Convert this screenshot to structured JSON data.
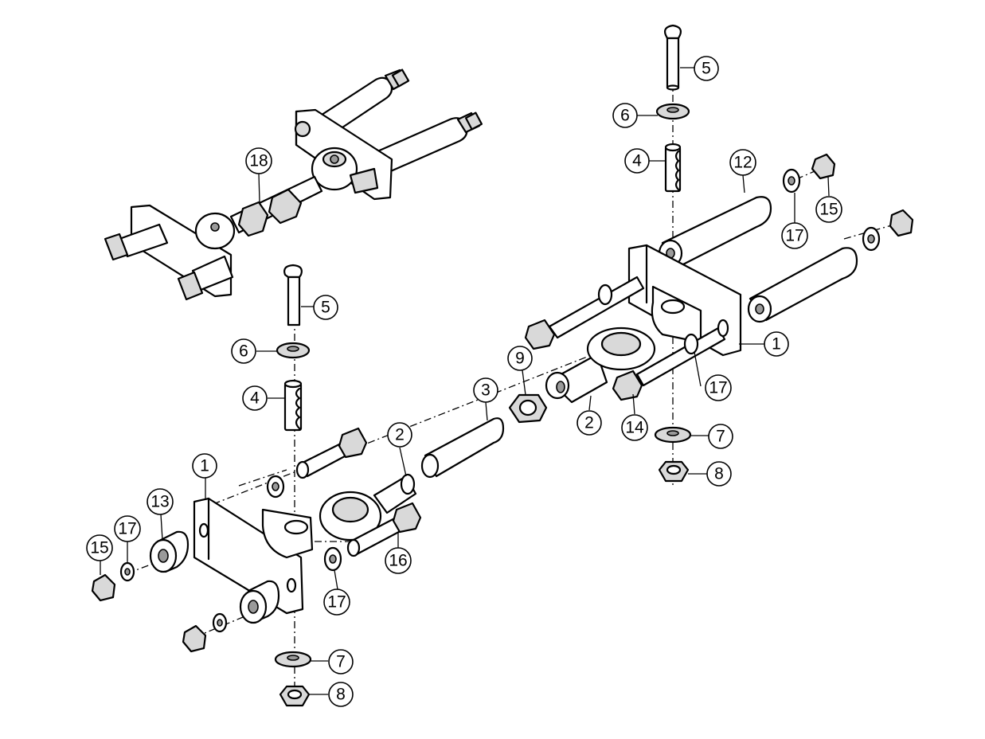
{
  "callouts": [
    {
      "id": "c5-top",
      "label": "5"
    },
    {
      "id": "c6-top",
      "label": "6"
    },
    {
      "id": "c4-top",
      "label": "4"
    },
    {
      "id": "c12",
      "label": "12"
    },
    {
      "id": "c15-right",
      "label": "15"
    },
    {
      "id": "c17-right-top",
      "label": "17"
    },
    {
      "id": "c1-right",
      "label": "1"
    },
    {
      "id": "c17-right-mid",
      "label": "17"
    },
    {
      "id": "c9",
      "label": "9"
    },
    {
      "id": "c3",
      "label": "3"
    },
    {
      "id": "c2-right",
      "label": "2"
    },
    {
      "id": "c14",
      "label": "14"
    },
    {
      "id": "c7-right",
      "label": "7"
    },
    {
      "id": "c8-right",
      "label": "8"
    },
    {
      "id": "c18",
      "label": "18"
    },
    {
      "id": "c5-left",
      "label": "5"
    },
    {
      "id": "c6-left",
      "label": "6"
    },
    {
      "id": "c4-left",
      "label": "4"
    },
    {
      "id": "c2-left",
      "label": "2"
    },
    {
      "id": "c1-left",
      "label": "1"
    },
    {
      "id": "c13",
      "label": "13"
    },
    {
      "id": "c17-left",
      "label": "17"
    },
    {
      "id": "c15-left",
      "label": "15"
    },
    {
      "id": "c16",
      "label": "16"
    },
    {
      "id": "c17-left-mid",
      "label": "17"
    },
    {
      "id": "c7-left",
      "label": "7"
    },
    {
      "id": "c8-left",
      "label": "8"
    }
  ]
}
